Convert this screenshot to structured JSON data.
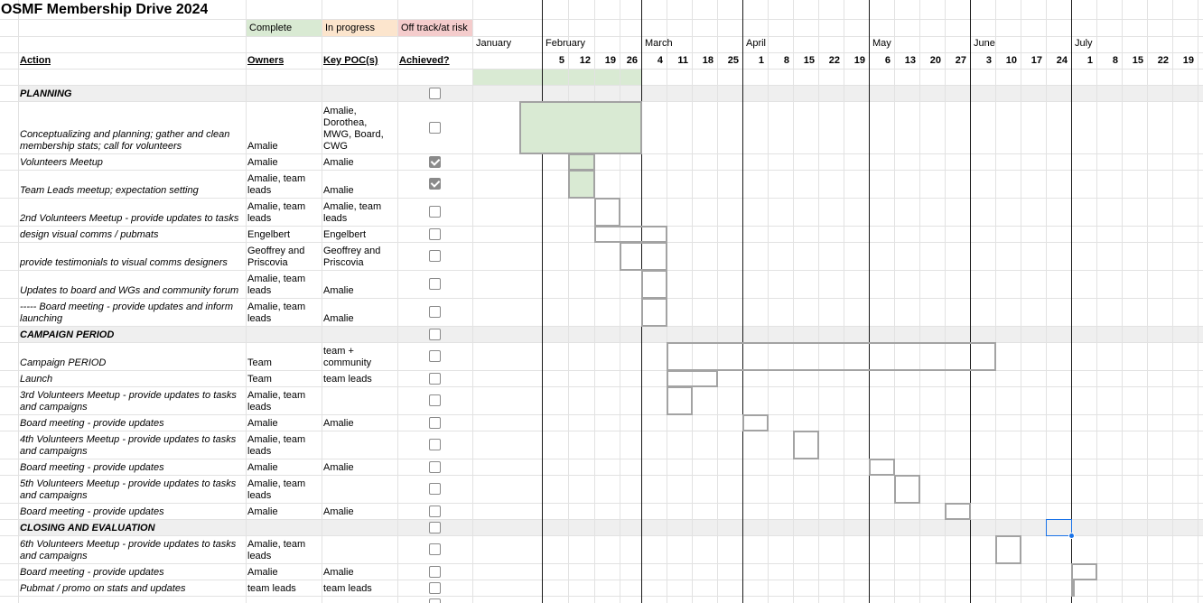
{
  "title": "OSMF Membership Drive 2024",
  "legend": [
    {
      "label": "Complete",
      "color": "#d9ead3"
    },
    {
      "label": "In progress",
      "color": "#fce5cd"
    },
    {
      "label": "Off track/at risk",
      "color": "#f4cccc"
    }
  ],
  "headers": {
    "action": "Action",
    "owners": "Owners",
    "poc": "Key POC(s)",
    "achieved": "Achieved?"
  },
  "months": [
    "January",
    "February",
    "March",
    "April",
    "May",
    "June",
    "July"
  ],
  "week_days": [
    "5",
    "12",
    "19",
    "26",
    "4",
    "11",
    "18",
    "25",
    "1",
    "8",
    "15",
    "22",
    "19",
    "6",
    "13",
    "20",
    "27",
    "3",
    "10",
    "17",
    "24",
    "1",
    "8",
    "15",
    "22",
    "19"
  ],
  "colors": {
    "complete": "#d9ead3",
    "section_band": "#efefef",
    "grid": "#e2e2e2",
    "bar_border": "#a3a3a3",
    "checkbox": "#8a8a8a",
    "selection": "#1a73e8"
  },
  "sections": [
    {
      "label": "PLANNING"
    },
    {
      "label": "CAMPAIGN PERIOD"
    },
    {
      "label": "CLOSING AND EVALUATION"
    }
  ],
  "rows": [
    {
      "action": "Conceptualizing and planning; gather and clean membership stats; call for volunteers",
      "owners": "Amalie",
      "poc": "Amalie, Dorothea, MWG, Board, CWG",
      "achieved": false,
      "bar_weeks": [
        0,
        3
      ],
      "bar_complete": true
    },
    {
      "action": "Volunteers Meetup",
      "owners": "Amalie",
      "poc": "Amalie",
      "achieved": true,
      "bar_weeks": [
        1,
        1
      ],
      "bar_complete": true
    },
    {
      "action": "Team Leads meetup; expectation setting",
      "owners": "Amalie, team leads",
      "poc": "Amalie",
      "achieved": true,
      "bar_weeks": [
        1,
        1
      ],
      "bar_complete": true
    },
    {
      "action": "2nd Volunteers Meetup - provide updates to tasks",
      "owners": "Amalie, team leads",
      "poc": "Amalie, team leads",
      "achieved": false,
      "bar_weeks": [
        2,
        2
      ],
      "bar_complete": false
    },
    {
      "action": "design visual comms / pubmats",
      "owners": "Engelbert",
      "poc": "Engelbert",
      "achieved": false,
      "bar_weeks": [
        2,
        4
      ],
      "bar_complete": false
    },
    {
      "action": "provide testimonials to visual comms designers",
      "owners": "Geoffrey and Priscovia",
      "poc": "Geoffrey and Priscovia",
      "achieved": false,
      "bar_weeks": [
        3,
        4
      ],
      "bar_complete": false
    },
    {
      "action": "Updates to board and WGs and community forum",
      "owners": "Amalie, team leads",
      "poc": "Amalie",
      "achieved": false,
      "bar_weeks": [
        4,
        4
      ],
      "bar_complete": false
    },
    {
      "action": "----- Board meeting - provide updates and inform launching",
      "owners": "Amalie, team leads",
      "poc": "Amalie",
      "achieved": false,
      "bar_weeks": [
        4,
        4
      ],
      "bar_complete": false
    },
    {
      "action": "Campaign PERIOD",
      "owners": "Team",
      "poc": "team + community",
      "achieved": false,
      "bar_weeks": [
        5,
        17
      ],
      "bar_complete": false
    },
    {
      "action": "Launch",
      "owners": "Team",
      "poc": "team leads",
      "achieved": false,
      "bar_weeks": [
        5,
        6
      ],
      "bar_complete": false
    },
    {
      "action": "3rd Volunteers Meetup - provide updates to tasks and campaigns",
      "owners": "Amalie, team leads",
      "poc": "",
      "achieved": false,
      "bar_weeks": [
        5,
        5
      ],
      "bar_complete": false
    },
    {
      "action": "Board meeting - provide updates",
      "owners": "Amalie",
      "poc": "Amalie",
      "achieved": false,
      "bar_weeks": [
        8,
        8
      ],
      "bar_complete": false
    },
    {
      "action": "4th Volunteers Meetup - provide updates to tasks and campaigns",
      "owners": "Amalie, team leads",
      "poc": "",
      "achieved": false,
      "bar_weeks": [
        10,
        10
      ],
      "bar_complete": false
    },
    {
      "action": "Board meeting - provide updates",
      "owners": "Amalie",
      "poc": "Amalie",
      "achieved": false,
      "bar_weeks": [
        13,
        13
      ],
      "bar_complete": false
    },
    {
      "action": "5th Volunteers Meetup - provide updates to tasks and campaigns",
      "owners": "Amalie, team leads",
      "poc": "",
      "achieved": false,
      "bar_weeks": [
        14,
        14
      ],
      "bar_complete": false
    },
    {
      "action": "Board meeting - provide updates",
      "owners": "Amalie",
      "poc": "Amalie",
      "achieved": false,
      "bar_weeks": [
        16,
        16
      ],
      "bar_complete": false
    },
    {
      "action": "6th Volunteers Meetup - provide updates to tasks and campaigns",
      "owners": "Amalie, team leads",
      "poc": "",
      "achieved": false,
      "bar_weeks": [
        18,
        18
      ],
      "bar_complete": false
    },
    {
      "action": "Board meeting - provide updates",
      "owners": "Amalie",
      "poc": "Amalie",
      "achieved": false,
      "bar_weeks": [
        21,
        21
      ],
      "bar_complete": false
    },
    {
      "action": "Pubmat / promo on stats and updates",
      "owners": "team leads",
      "poc": "team leads",
      "achieved": false,
      "bar_weeks": [
        21,
        26
      ],
      "bar_complete": false
    },
    {
      "action": "",
      "owners": "",
      "poc": "",
      "achieved": false
    },
    {
      "action": "",
      "owners": "",
      "poc": "",
      "achieved": false
    }
  ]
}
